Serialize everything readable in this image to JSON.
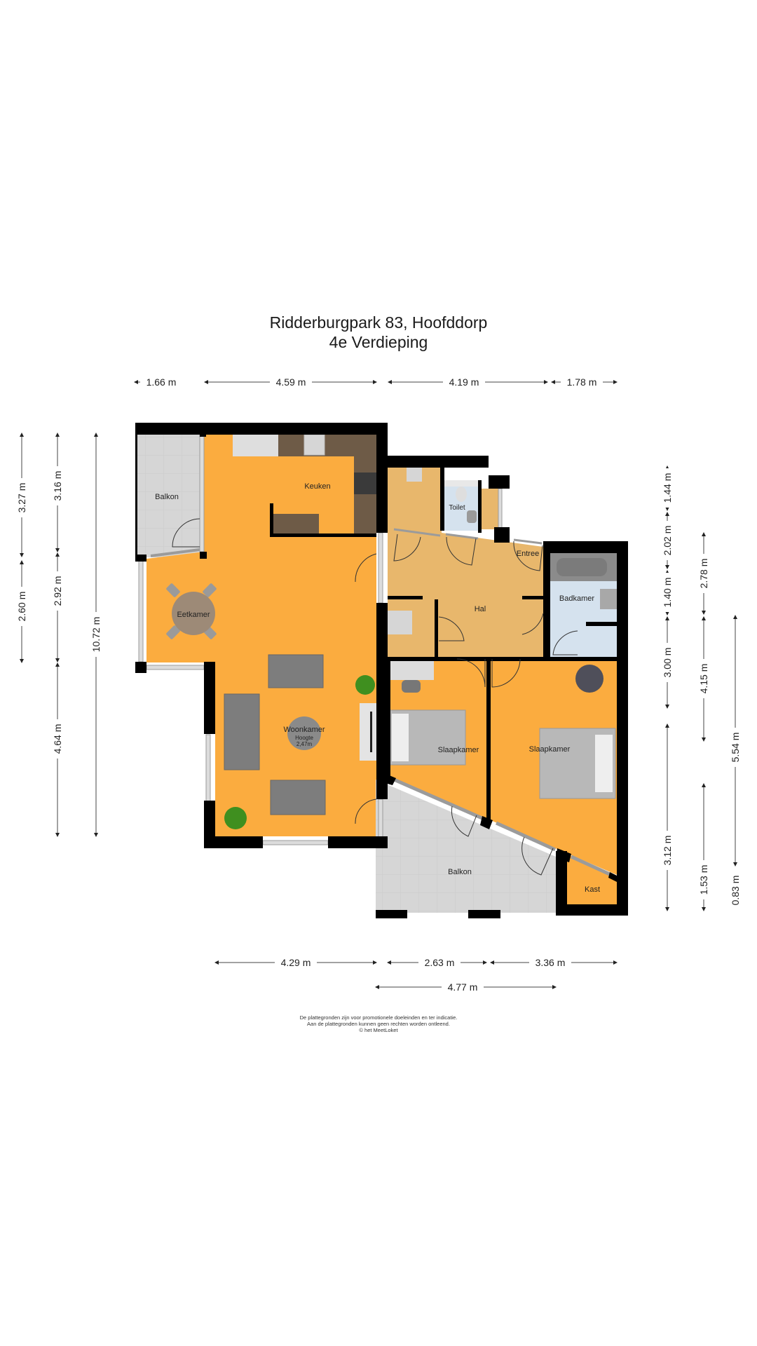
{
  "header": {
    "address": "Ridderburgpark 83, Hoofddorp",
    "floor": "4e Verdieping"
  },
  "colors": {
    "living_floor": "#fbac3f",
    "hall_floor": "#e8b76c",
    "bathroom_floor": "#d5e2ee",
    "balcony_floor": "#d9d9d9",
    "wall": "#000000",
    "kitchen_counter": "#6e5b47",
    "furniture": "#808080"
  },
  "rooms": {
    "balkon_left": "Balkon",
    "keuken": "Keuken",
    "eetkamer": "Eetkamer",
    "woonkamer": "Woonkamer",
    "woonkamer_height_label": "Hoogte",
    "woonkamer_height_value": "2,47m",
    "toilet": "Toilet",
    "entree": "Entree",
    "hal": "Hal",
    "badkamer": "Badkamer",
    "slaapkamer_1": "Slaapkamer",
    "slaapkamer_2": "Slaapkamer",
    "balkon_bottom": "Balkon",
    "kast": "Kast"
  },
  "dimensions": {
    "top": [
      "1.66 m",
      "4.59 m",
      "4.19 m",
      "1.78 m"
    ],
    "bottom_row1": [
      "4.29 m",
      "2.63 m",
      "3.36 m"
    ],
    "bottom_row2": [
      "4.77 m"
    ],
    "left_col1": [
      "3.27 m",
      "2.60 m"
    ],
    "left_col2": [
      "3.16 m",
      "2.92 m",
      "4.64 m"
    ],
    "left_col3": [
      "10.72 m"
    ],
    "right_col1": [
      "1.44 m",
      "2.02 m",
      "1.40 m",
      "3.00 m",
      "3.12 m"
    ],
    "right_col2": [
      "2.78 m",
      "4.15 m",
      "1.53 m"
    ],
    "right_col3": [
      "5.54 m",
      "0.83 m"
    ]
  },
  "footer": {
    "line1": "De plattegronden zijn voor promotionele doeleinden en ter indicatie.",
    "line2": "Aan de plattegronden kunnen geen rechten worden ontleend.",
    "line3": "© het MeetLoket"
  }
}
